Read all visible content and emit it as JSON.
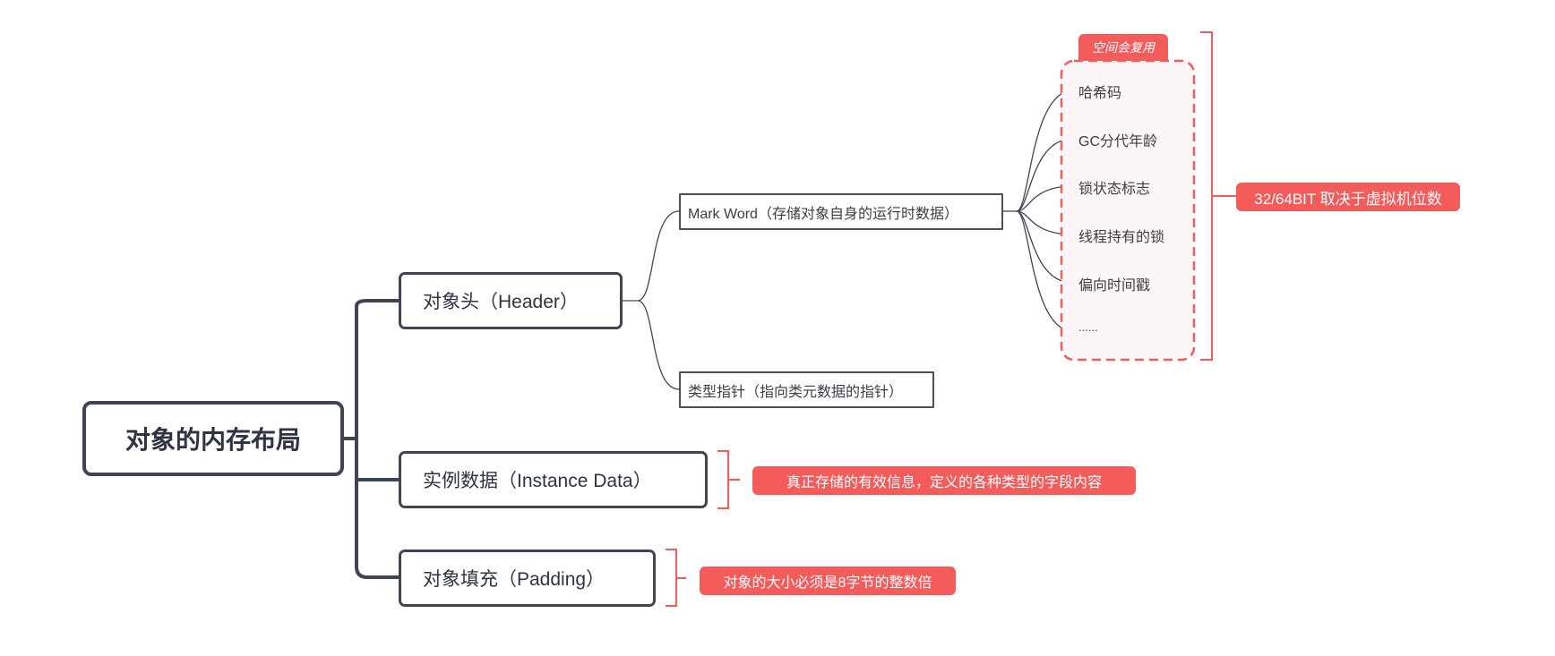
{
  "root": {
    "label": "对象的内存布局"
  },
  "branches": {
    "header": {
      "label": "对象头（Header）",
      "mark_word": {
        "label": "Mark Word（存储对象自身的运行时数据）",
        "boundary_tag": "空间会复用",
        "items": [
          "哈希码",
          "GC分代年龄",
          "锁状态标志",
          "线程持有的锁",
          "偏向时间戳",
          "......"
        ],
        "summary": "32/64BIT 取决于虚拟机位数"
      },
      "klass_pointer": {
        "label": "类型指针（指向类元数据的指针）"
      }
    },
    "instance_data": {
      "label": "实例数据（Instance Data）",
      "summary": "真正存储的有效信息，定义的各种类型的字段内容"
    },
    "padding": {
      "label": "对象填充（Padding）",
      "summary": "对象的大小必须是8字节的整数倍"
    }
  },
  "colors": {
    "line": "#3f4651",
    "accent": "#f45b5b",
    "boundary_fill": "#fdf6f6"
  }
}
